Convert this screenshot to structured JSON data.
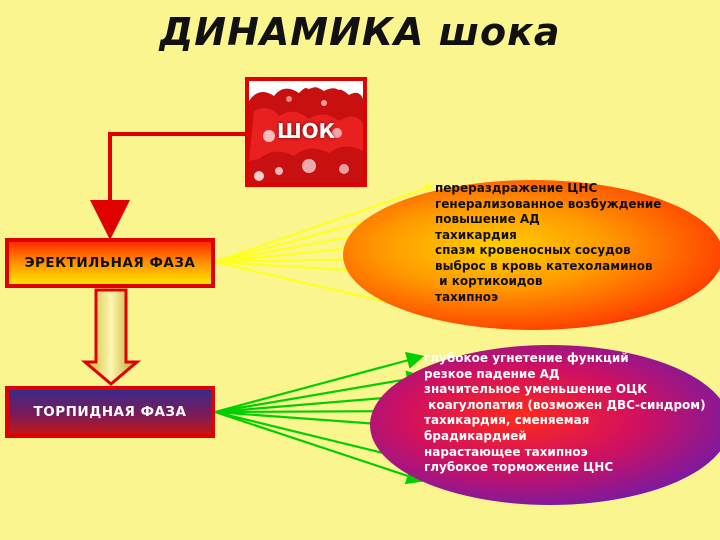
{
  "title": "ДИНАМИКА шока",
  "shock": {
    "label": "ШОК"
  },
  "phases": {
    "erectile": "ЭРЕКТИЛЬНАЯ ФАЗА",
    "torpid": "ТОРПИДНАЯ ФАЗА"
  },
  "erectile_signs": [
    "перераздражение ЦНС",
    "генерализованное возбуждение",
    "повышение АД",
    "тахикардия",
    "спазм кровеносных сосудов",
    "выброс в кровь катехоламинов",
    " и кортикоидов",
    "тахипноэ"
  ],
  "torpid_signs": [
    "глубокое угнетение функций",
    "резкое падение АД",
    "значительное уменьшение ОЦК",
    " коагулопатия (возможен ДВС-синдром)",
    "тахикардия, сменяемая",
    "брадикардией",
    "нарастающее тахипноэ",
    "глубокое торможение ЦНС"
  ],
  "colors": {
    "background": "#fbf590",
    "arrow_red": "#e00000",
    "arrow_green": "#00d000",
    "shock_red": "#cc1010"
  }
}
